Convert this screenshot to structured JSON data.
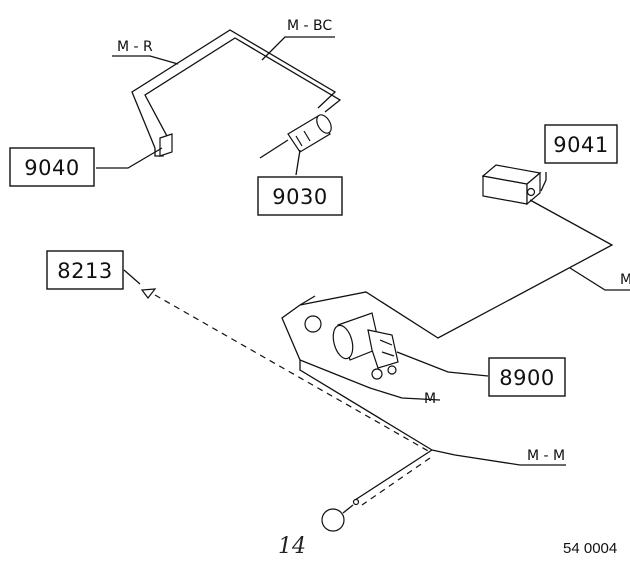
{
  "callouts": {
    "c9040": "9040",
    "c9030": "9030",
    "c9041": "9041",
    "c8213": "8213",
    "c8900": "8900"
  },
  "harness_labels": {
    "m_r": "M - R",
    "m_bc": "M - BC",
    "m_right": "M",
    "m_lower": "M",
    "m_m": "M - M"
  },
  "page_number": "14",
  "drawing_code": "54 0004",
  "line_color": "#111111"
}
